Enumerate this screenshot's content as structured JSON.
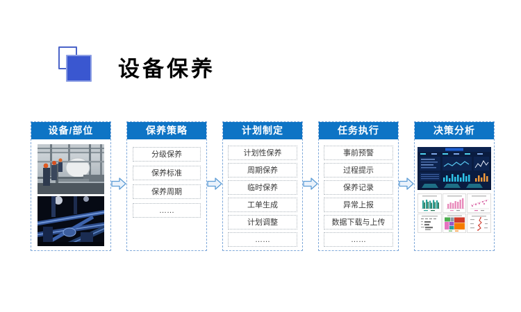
{
  "header": {
    "title": "设备保养",
    "logo_icon": "overlapping-squares"
  },
  "flow": {
    "columns": [
      {
        "title": "设备/部位",
        "content": "photos",
        "photos": [
          "plant-with-workers",
          "blue-night-piping"
        ]
      },
      {
        "title": "保养策略",
        "items": [
          "分级保养",
          "保养标准",
          "保养周期",
          "……"
        ]
      },
      {
        "title": "计划制定",
        "items": [
          "计划性保养",
          "周期保养",
          "临时保养",
          "工单生成",
          "计划调整",
          "……"
        ]
      },
      {
        "title": "任务执行",
        "items": [
          "事前预警",
          "过程提示",
          "保养记录",
          "异常上报",
          "数据下载与上传",
          "……"
        ]
      },
      {
        "title": "决策分析",
        "content": "charts",
        "images": [
          "dark-dashboard",
          "mini-chart-grid"
        ]
      }
    ],
    "arrow_icon": "right-block-arrow",
    "arrow_count": 4
  },
  "colors": {
    "header_blue": "#0e74c5",
    "logo_blue": "#3a57d0",
    "logo_outline": "#4a63c8",
    "column_dash_border": "#7da7d9",
    "arrow_stroke": "#5b9bd5",
    "arrow_fill": "#eaf2fb",
    "item_text": "#3a3a3a",
    "dashboard_navy": "#0a1c40"
  }
}
